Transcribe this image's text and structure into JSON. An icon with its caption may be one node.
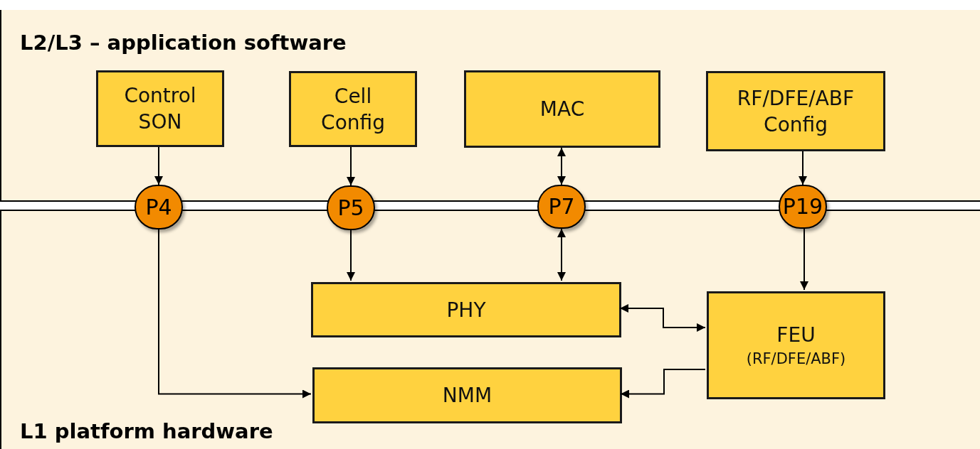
{
  "diagram": {
    "nodes": [
      {
        "text": [
          "L2/L3 – application software"
        ]
      },
      {
        "text": [
          "Control SON"
        ],
        "in": 0
      },
      {
        "text": [
          "Cell Config"
        ],
        "in": 0
      },
      {
        "text": [
          "MAC"
        ],
        "in": 0
      },
      {
        "text": [
          "RF/DFE/ABF Config"
        ],
        "in": 0
      },
      {
        "text": [
          "L1 platform hardware"
        ]
      },
      {
        "text": [
          "P4"
        ]
      },
      {
        "text": [
          "P5"
        ]
      },
      {
        "text": [
          "P7"
        ]
      },
      {
        "text": [
          "P19"
        ]
      },
      {
        "text": [
          "PHY"
        ],
        "in": 5
      },
      {
        "text": [
          "FEU",
          "(RF/DFE/ABF)"
        ],
        "in": 5
      },
      {
        "text": [
          "NMM"
        ],
        "in": 5
      }
    ],
    "edges": [
      {
        "from": 1,
        "to": 6,
        "arrow": "to"
      },
      {
        "from": 2,
        "to": 7,
        "arrow": "to"
      },
      {
        "from": 3,
        "to": 8,
        "arrow": "both"
      },
      {
        "from": 4,
        "to": 9,
        "arrow": "to"
      },
      {
        "from": 6,
        "to": 12,
        "arrow": "to"
      },
      {
        "from": 7,
        "to": 10,
        "arrow": "to"
      },
      {
        "from": 8,
        "to": 10,
        "arrow": "both"
      },
      {
        "from": 9,
        "to": 11,
        "arrow": "to"
      },
      {
        "from": 10,
        "to": 11,
        "arrow": "both"
      },
      {
        "from": 11,
        "to": 12,
        "arrow": "to"
      }
    ]
  }
}
